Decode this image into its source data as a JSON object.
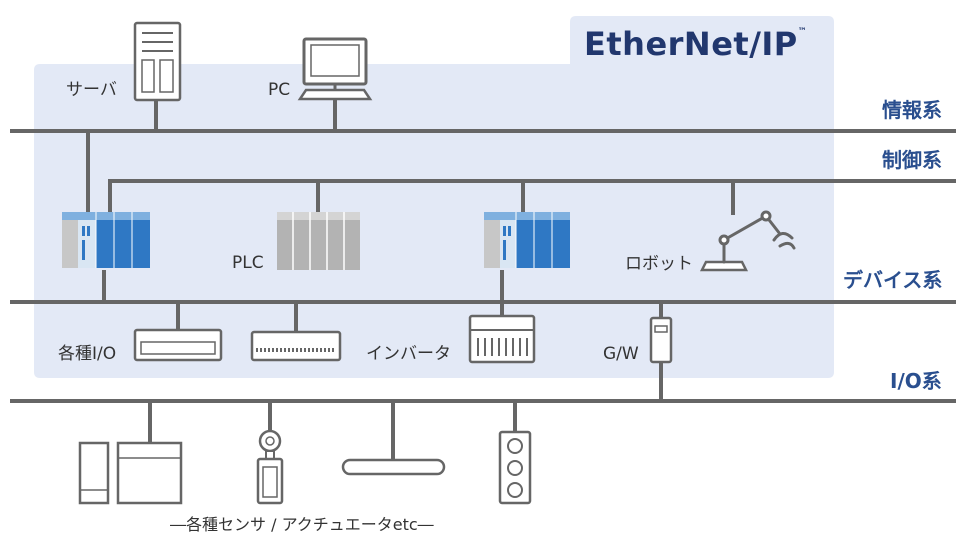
{
  "brand": {
    "logo_text": "EtherNet/IP",
    "trademark": "™"
  },
  "networks": {
    "info": "情報系",
    "control": "制御系",
    "device": "デバイス系",
    "io": "I/O系"
  },
  "devices": {
    "server": "サーバ",
    "pc": "PC",
    "plc": "PLC",
    "robot": "ロボット",
    "various_io": "各種I/O",
    "inverter": "インバータ",
    "gateway": "G/W"
  },
  "footer": "―各種センサ / アクチュエータetc―",
  "colors": {
    "panel": "#e3e9f6",
    "line": "#666666",
    "accent": "#2a4f8f",
    "plc_blue": "#2f78c4",
    "plc_gray": "#b3b3b3"
  }
}
